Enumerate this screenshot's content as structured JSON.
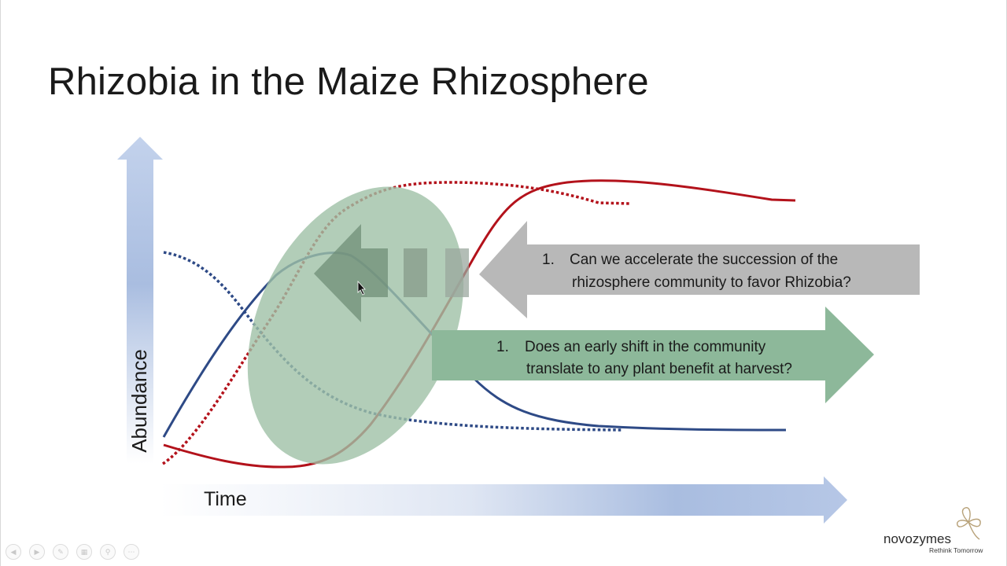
{
  "slide": {
    "title": "Rhizobia in the Maize Rhizosphere"
  },
  "axes": {
    "y_label": "Abundance",
    "x_label": "Time"
  },
  "callouts": {
    "question_1": {
      "number": "1.",
      "line1": "Can we accelerate the succession of the",
      "line2": "rhizosphere community to favor Rhizobia?"
    },
    "question_2": {
      "number": "1.",
      "line1": "Does an early shift in the community",
      "line2": "translate to any plant benefit at harvest?"
    }
  },
  "logo": {
    "wordmark": "novozymes",
    "tagline": "Rethink Tomorrow"
  },
  "colors": {
    "red_curve": "#b3121b",
    "blue_curve": "#2e4a86",
    "axis_arrow": "#a9bde0",
    "ellipse": "#a9c7b0",
    "green_arrow": "#8db89a",
    "gray_arrow": "#b4b4b4",
    "dark_gray_arrow": "#7d9a85"
  },
  "controls": [
    "prev-icon",
    "next-icon",
    "pen-icon",
    "slides-icon",
    "zoom-icon",
    "more-icon"
  ]
}
